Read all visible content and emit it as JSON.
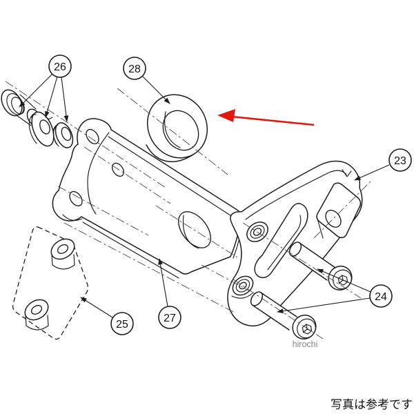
{
  "background": "#ffffff",
  "line_color": "#1c1c1c",
  "centerline_color": "#474747",
  "accent_red": "#e2170e",
  "watermark_color": "#8a8a8a",
  "callouts": {
    "c23": "23",
    "c24": "24",
    "c25": "25",
    "c26": "26",
    "c27": "27",
    "c28": "28"
  },
  "watermark": "hirochi",
  "caption": "写真は参考です"
}
